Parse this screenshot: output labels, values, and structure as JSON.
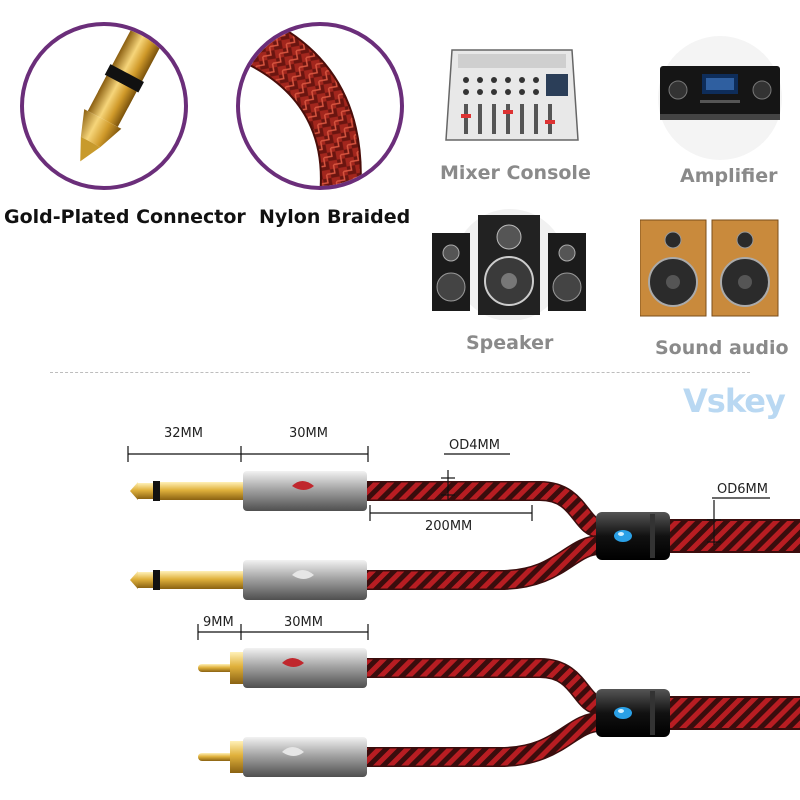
{
  "features": [
    {
      "label": "Gold-Plated Connector",
      "icon": "gold-plug-icon"
    },
    {
      "label": "Nylon Braided",
      "icon": "braided-cable-icon"
    }
  ],
  "devices": [
    {
      "label": "Mixer Console",
      "icon": "mixer-console-icon"
    },
    {
      "label": "Amplifier",
      "icon": "amplifier-icon"
    },
    {
      "label": "Speaker",
      "icon": "speaker-icon"
    },
    {
      "label": "Sound audio",
      "icon": "bookshelf-speakers-icon"
    }
  ],
  "watermark": "Vskey",
  "dimensions": {
    "plug_tip": "32MM",
    "plug_housing": "30MM",
    "branch_od": "OD4MM",
    "branch_length": "200MM",
    "main_od": "OD6MM",
    "rca_tip": "9MM",
    "rca_housing": "30MM"
  },
  "colors": {
    "circle_border": "#6b2e7a",
    "cable_red": "#b81d22",
    "cable_dark": "#3a0d0d",
    "gold": "#e0b13c",
    "device_label": "#8a8a8a",
    "accent_blue": "#2aa0e6"
  }
}
